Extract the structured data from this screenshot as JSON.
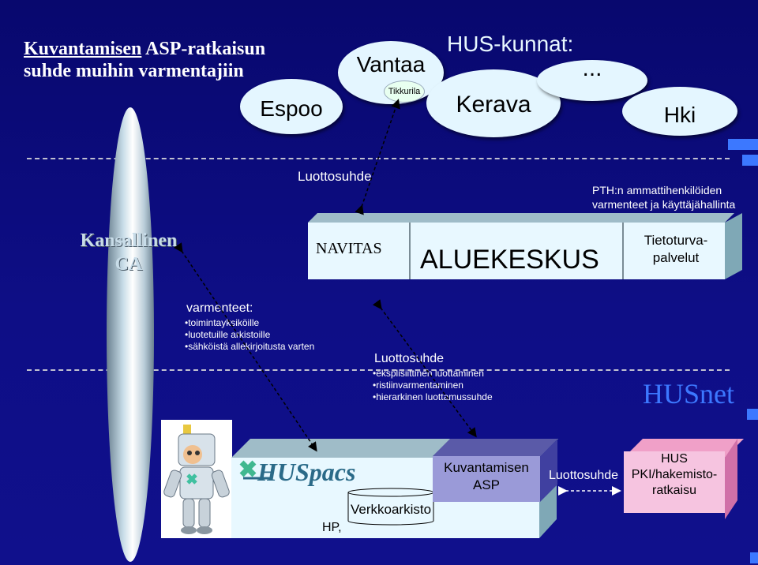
{
  "title": {
    "line1_underlined": "Kuvantamisen",
    "line1_rest": " ASP-ratkaisun",
    "line2": "suhde muihin varmentajiin"
  },
  "hus_kunnat": {
    "heading": "HUS-kunnat:",
    "espoo": "Espoo",
    "vantaa": "Vantaa",
    "tikkurila": "Tikkurila",
    "kerava": "Kerava",
    "ellipsis": "...",
    "hki": "Hki"
  },
  "ca": {
    "line1": "Kansallinen",
    "line2": "CA"
  },
  "luottosuhde_top": "Luottosuhde",
  "pth": {
    "line1": "PTH:n ammattihenkilöiden",
    "line2": "varmenteet ja käyttäjähallinta"
  },
  "aluekeskus": {
    "navitas": "NAVITAS",
    "main": "ALUEKESKUS",
    "tieto_line1": "Tietoturva-",
    "tieto_line2": "palvelut"
  },
  "varmenteet": {
    "heading": "varmenteet:",
    "items": [
      "toimintayksiköille",
      "luotetuille arkistoille",
      "sähköistä allekirjoitusta varten"
    ]
  },
  "luottosuhde_mid": {
    "heading": "Luottosuhde",
    "items": [
      "eksplisiittinen luottaminen",
      "ristiinvarmentaminen",
      "hierarkinen luottamussuhde"
    ]
  },
  "husnet": "HUSnet",
  "bottom": {
    "huspacs": "HUSpacs",
    "hp": "HP,",
    "verkkoarkisto": "Verkkoarkisto",
    "kuv_line1": "Kuvantamisen",
    "kuv_line2": "ASP",
    "luottosuhde": "Luottosuhde",
    "pki_line1": "HUS",
    "pki_line2": "PKI/hakemisto-",
    "pki_line3": "ratkaisu"
  },
  "colors": {
    "background": "#0c0c7e",
    "ellipse": "#e4f6ff",
    "kuvantamisen_box": "#9a9ad8",
    "pki_box": "#f6c4e0",
    "husnet": "#3c78ff"
  }
}
